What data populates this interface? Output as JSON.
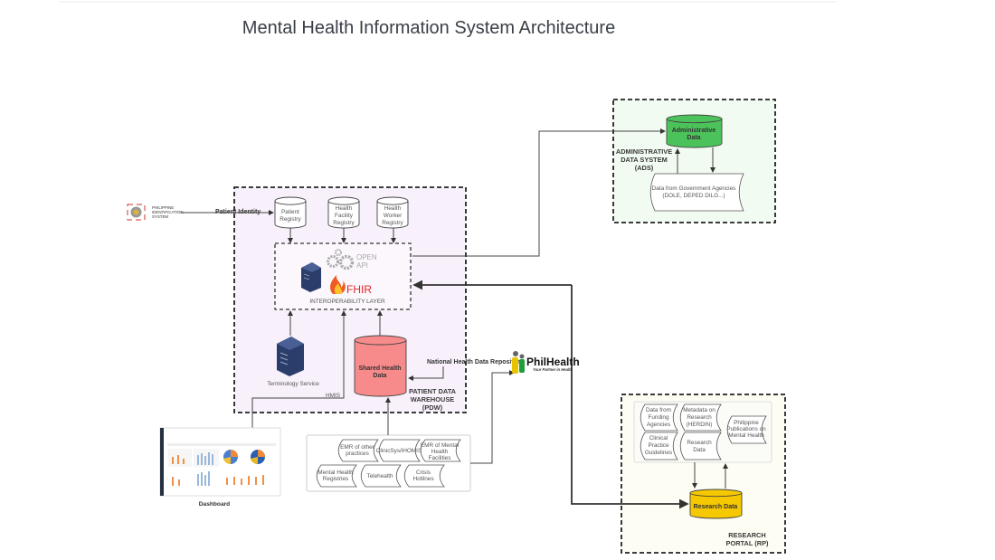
{
  "title": "Mental Health Information System Architecture",
  "colors": {
    "pdw_fill": "#f8f1fb",
    "ads_fill": "#f2fbf1",
    "rp_fill": "#fdfdf3",
    "shared_health_data": "#f78b8b",
    "administrative_data": "#4cc35a",
    "research_data": "#f5c800",
    "server": "#2a3d6b",
    "philhealth_green": "#1e9e3a",
    "philhealth_yellow": "#e8c400"
  },
  "philsys": {
    "lines": [
      "PHILIPPINE",
      "IDENTIFICATION",
      "SYSTEM"
    ],
    "edge_label": "Patient Identity"
  },
  "pdw": {
    "label": [
      "PATIENT DATA",
      "WAREHOUSE",
      "(PDW)"
    ],
    "registries": [
      {
        "lines": [
          "Patient",
          "Registry"
        ]
      },
      {
        "lines": [
          "Health",
          "Facility",
          "Registry"
        ]
      },
      {
        "lines": [
          "Health",
          "Worker",
          "Registry"
        ]
      }
    ],
    "interop": {
      "label": "INTEROPERABILITY LAYER",
      "open_api": [
        "OPEN",
        "API"
      ],
      "fhir": "FHIR"
    },
    "terminology": "Terminology Service",
    "shared": [
      "Shared Health",
      "Data"
    ],
    "hmis": "HMIS"
  },
  "nhdr_label": "National Health Data Repository",
  "philhealth": {
    "name": "PhilHealth",
    "tagline": "Your Partner in Health"
  },
  "sources": [
    {
      "lines": [
        "EMR of other",
        "practices"
      ]
    },
    {
      "lines": [
        "ClinicSys/iHOMIS"
      ]
    },
    {
      "lines": [
        "EMR of Mental",
        "Health",
        "Facilities"
      ]
    },
    {
      "lines": [
        "Mental Health",
        "Registries"
      ]
    },
    {
      "lines": [
        "Telehealth"
      ]
    },
    {
      "lines": [
        "Crisis",
        "Hotlines"
      ]
    }
  ],
  "dashboard": {
    "label": "Dashboard"
  },
  "ads": {
    "label": [
      "ADMINISTRATIVE",
      "DATA SYSTEM",
      "(ADS)"
    ],
    "admin_data": [
      "Administrative",
      "Data"
    ],
    "gov": [
      "Data from Government Agencies",
      "(DOLE, DEPED DILG...)"
    ]
  },
  "rp": {
    "label": [
      "RESEARCH",
      "PORTAL (RP)"
    ],
    "items": [
      {
        "lines": [
          "Data from",
          "Funding",
          "Agencies"
        ]
      },
      {
        "lines": [
          "Metadata on",
          "Research",
          "(HERDIN)"
        ]
      },
      {
        "lines": [
          "Clinical",
          "Practice",
          "Guidelines"
        ]
      },
      {
        "lines": [
          "Research",
          "Data"
        ]
      },
      {
        "lines": [
          "Philippine",
          "Publications on",
          "Mental Health"
        ]
      }
    ],
    "research_data": "Research Data"
  }
}
